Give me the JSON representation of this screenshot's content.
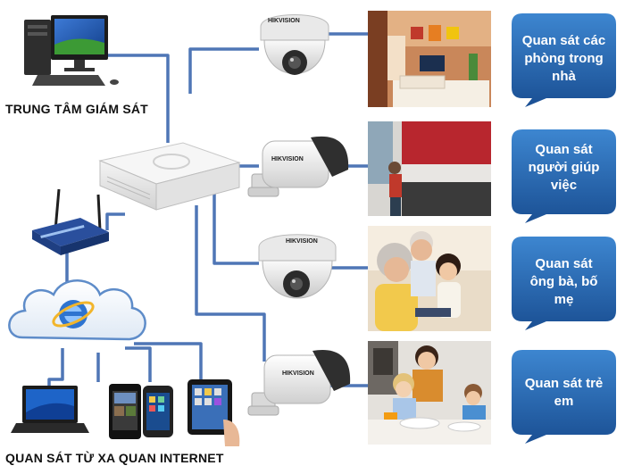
{
  "labels": {
    "monitoring_center": "TRUNG TÂM GIÁM SÁT",
    "remote_view": "QUAN SÁT TỪ XA QUAN INTERNET"
  },
  "camera_brand": "HIKVISION",
  "bubbles": [
    {
      "lines": [
        "Quan sát các",
        "phòng trong",
        "nhà"
      ]
    },
    {
      "lines": [
        "Quan sát",
        "người giúp",
        "việc"
      ]
    },
    {
      "lines": [
        "Quan sát",
        "ông bà, bố",
        "mẹ"
      ]
    },
    {
      "lines": [
        "Quan sát trẻ",
        "em"
      ]
    }
  ],
  "colors": {
    "line": "#4f76b6",
    "bubble": "#1f5fa8",
    "bubble_light": "#3b82cc"
  }
}
